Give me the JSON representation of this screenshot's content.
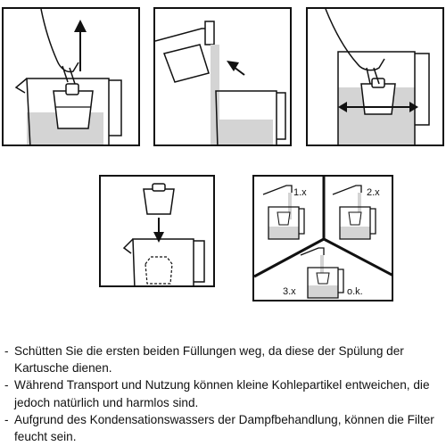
{
  "steps": {
    "first": "1.x",
    "second": "2.x",
    "third": "3.x",
    "ok": "o.k."
  },
  "notes": [
    {
      "marker": "-",
      "text": "Schütten Sie die ersten beiden Füllungen weg, da diese der Spülung der Kartusche dienen."
    },
    {
      "marker": "-",
      "text": "Während Transport und Nutzung können kleine Kohlepartikel entweichen, die jedoch natürlich und harmlos sind."
    },
    {
      "marker": "-",
      "text": "Aufgrund des Kondensationswassers der Dampfbehandlung, können die Filter feucht sein."
    }
  ],
  "colors": {
    "line": "#111111",
    "water": "#d4d4d4",
    "background": "#ffffff"
  }
}
